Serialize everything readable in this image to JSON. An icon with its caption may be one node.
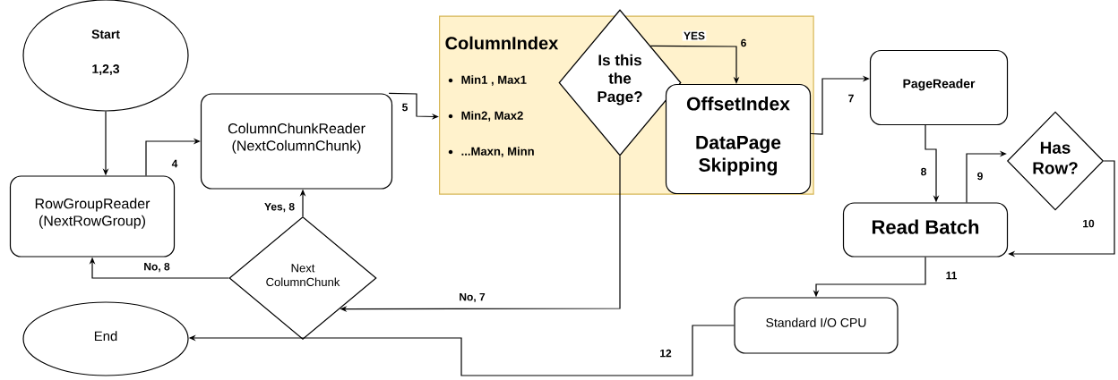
{
  "diagram": {
    "nodes": [
      {
        "text": [
          "Start",
          "1,2,3"
        ]
      },
      {
        "text": [
          "RowGroupReader (NextRowGroup)"
        ]
      },
      {
        "text": [
          "ColumnChunkReader (NextColumnChunk)"
        ]
      },
      {
        "text": [
          "ColumnIndex",
          "Min1 , Max1",
          "Min2, Max2",
          "...Maxn, Minn"
        ]
      },
      {
        "text": [
          "Is this the Page?"
        ],
        "in": 3
      },
      {
        "text": [
          "OffsetIndex",
          "DataPage Skipping"
        ],
        "in": 3
      },
      {
        "text": [
          "PageReader"
        ]
      },
      {
        "text": [
          "Read Batch"
        ]
      },
      {
        "text": [
          "Has Row?"
        ]
      },
      {
        "text": [
          "Standard I/O CPU"
        ]
      },
      {
        "text": [
          "Next ColumnChunk"
        ]
      },
      {
        "text": [
          "End"
        ]
      }
    ],
    "edges": [
      {
        "from": 0,
        "to": 1,
        "arrow": "to"
      },
      {
        "from": 1,
        "to": 2,
        "arrow": "to",
        "label": "4"
      },
      {
        "from": 2,
        "to": 3,
        "arrow": "to",
        "label": "5"
      },
      {
        "from": 4,
        "to": 5,
        "arrow": "to",
        "label": "YES"
      },
      {
        "from": 5,
        "to": 6,
        "arrow": "to",
        "label": "7"
      },
      {
        "from": 6,
        "to": 7,
        "arrow": "to",
        "label": "8"
      },
      {
        "from": 7,
        "to": 8,
        "arrow": "to",
        "label": "9"
      },
      {
        "from": 8,
        "to": 7,
        "arrow": "to",
        "label": "10"
      },
      {
        "from": 7,
        "to": 9,
        "arrow": "to",
        "label": "11"
      },
      {
        "from": 9,
        "to": 11,
        "arrow": "to",
        "label": "12"
      },
      {
        "from": 4,
        "to": 10,
        "arrow": "to",
        "label": "No, 7"
      },
      {
        "from": 10,
        "to": 2,
        "arrow": "to",
        "label": "Yes, 8"
      },
      {
        "from": 10,
        "to": 1,
        "arrow": "to",
        "label": "No, 8"
      }
    ],
    "labels": [
      "6"
    ]
  }
}
